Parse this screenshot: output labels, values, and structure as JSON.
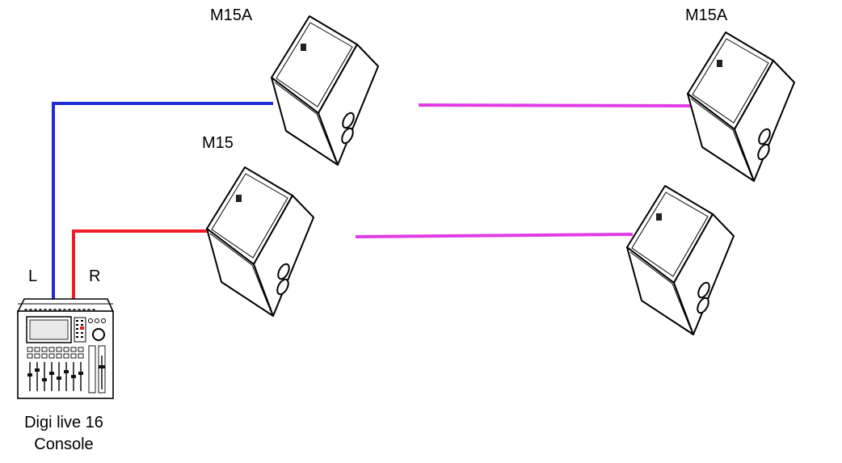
{
  "labels": {
    "speaker_top_left": "M15A",
    "speaker_top_right": "M15A",
    "speaker_bottom_left": "M15",
    "channel_left": "L",
    "channel_right": "R"
  },
  "console": {
    "name_line1": "Digi live 16",
    "name_line2": "Console"
  },
  "colors": {
    "left_cable": "#1f2bd6",
    "right_cable": "#ee1c24",
    "link_cable": "#e13ce6"
  },
  "icons": [
    "speaker-cabinet-icon",
    "mixing-console-icon"
  ]
}
